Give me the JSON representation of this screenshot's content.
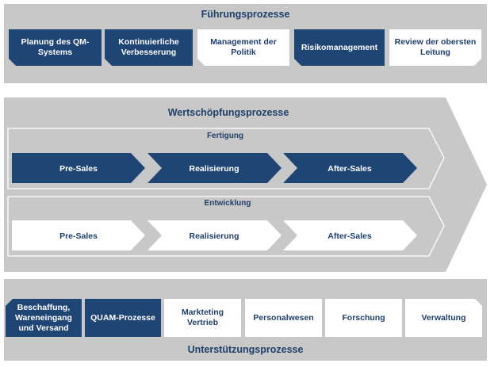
{
  "fuehrung": {
    "title": "Führungsprozesse",
    "items": [
      {
        "label": "Planung des QM-Systems",
        "style": "dark"
      },
      {
        "label": "Kontinuierliche Verbesserung",
        "style": "dark"
      },
      {
        "label": "Management der Politik",
        "style": "light"
      },
      {
        "label": "Risikomanagement",
        "style": "dark"
      },
      {
        "label": "Review der obersten Leitung",
        "style": "light"
      }
    ]
  },
  "wertschoepfung": {
    "title": "Wertschöpfungsprozesse",
    "fertigung": {
      "title": "Fertigung",
      "steps": [
        "Pre-Sales",
        "Realisierung",
        "After-Sales"
      ]
    },
    "entwicklung": {
      "title": "Entwicklung",
      "steps": [
        "Pre-Sales",
        "Realisierung",
        "After-Sales"
      ]
    }
  },
  "unterstuetzung": {
    "title": "Unterstützungsprozesse",
    "items": [
      {
        "label": "Beschaffung, Wareneingang und Versand",
        "style": "dark"
      },
      {
        "label": "QUAM-Prozesse",
        "style": "dark"
      },
      {
        "label": "Markteting Vertrieb",
        "style": "light"
      },
      {
        "label": "Personalwesen",
        "style": "light"
      },
      {
        "label": "Forschung",
        "style": "light"
      },
      {
        "label": "Verwaltung",
        "style": "light"
      }
    ]
  },
  "colors": {
    "dark_blue": "#1f4574",
    "gray": "#c8c8c8",
    "white": "#ffffff",
    "title_blue": "#1f3f6a"
  }
}
